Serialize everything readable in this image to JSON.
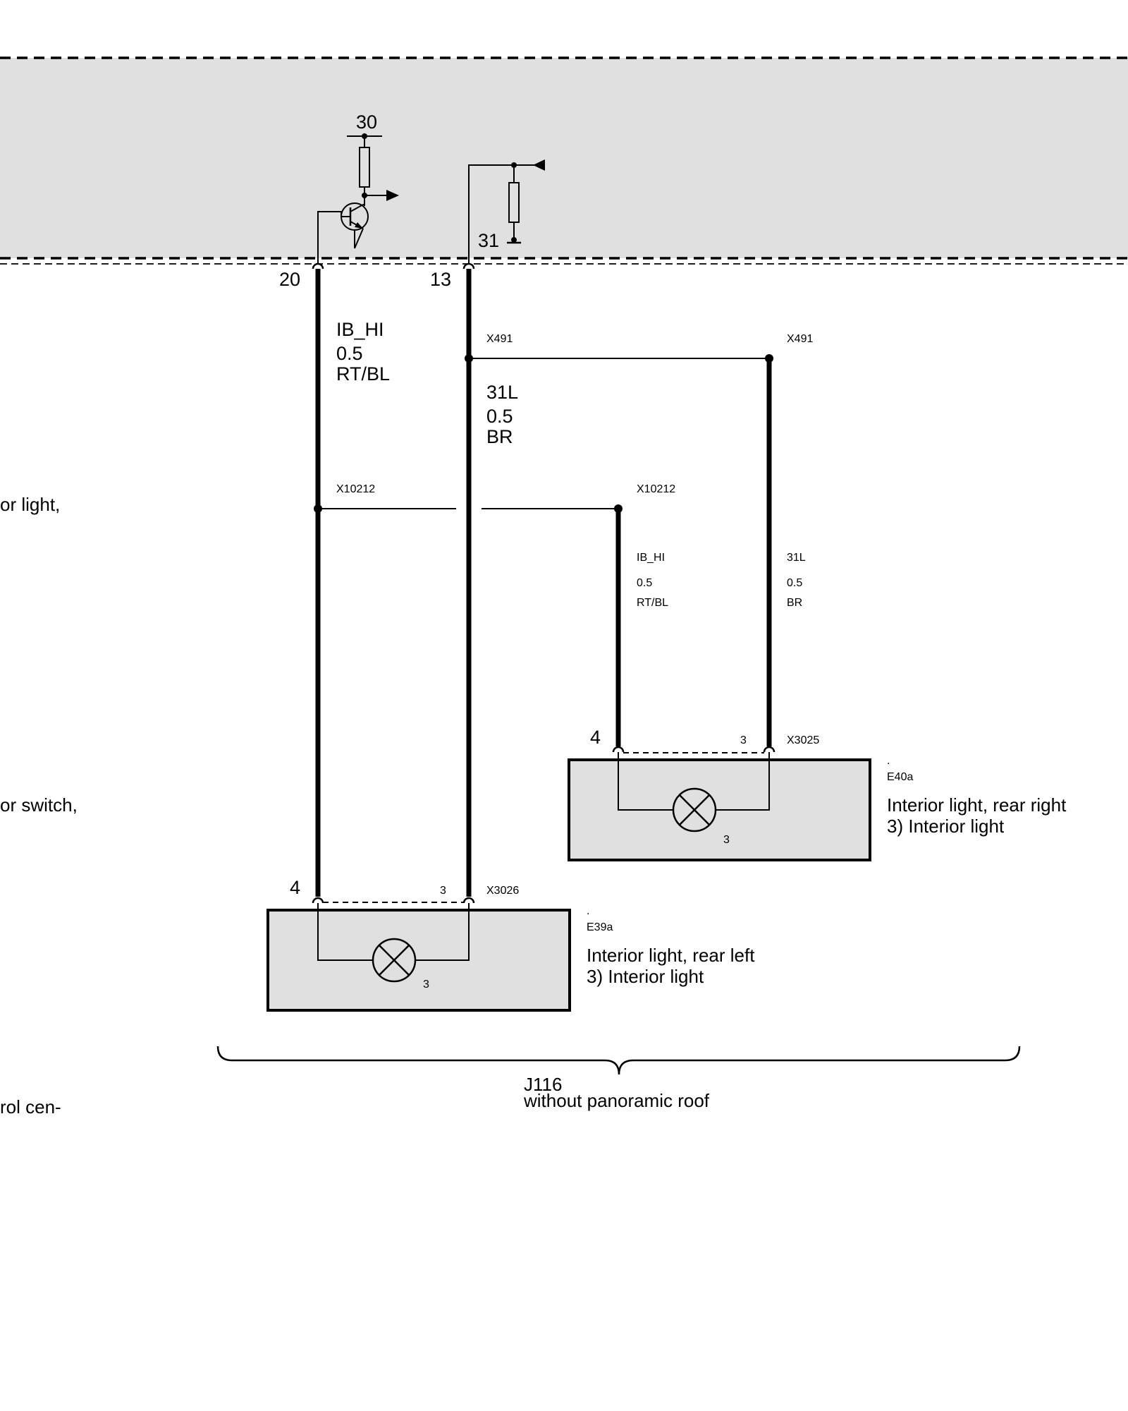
{
  "control_unit": {
    "supply_label": "30",
    "ground_label": "31",
    "pins": {
      "ib_hi": "20",
      "ground": "13"
    }
  },
  "left_cut_text": {
    "line1": "or light,",
    "line2": "or switch,",
    "line3": "rol cen-"
  },
  "wires": {
    "main_ib_hi": {
      "signal": "IB_HI",
      "size": "0.5",
      "color": "RT/BL"
    },
    "main_31l": {
      "signal": "31L",
      "size": "0.5",
      "color": "BR"
    },
    "branch_ib_hi": {
      "signal": "IB_HI",
      "size": "0.5",
      "color": "RT/BL"
    },
    "branch_31l": {
      "signal": "31L",
      "size": "0.5",
      "color": "BR"
    }
  },
  "splices": {
    "x491_left": "X491",
    "x491_right": "X491",
    "x10212_left": "X10212",
    "x10212_right": "X10212"
  },
  "components": {
    "e40a": {
      "connector": "X3025",
      "pin_left": "4",
      "pin_right": "3",
      "lamp_pin": "3",
      "dot": ".",
      "id": "E40a",
      "name": "Interior light, rear right",
      "note": "3) Interior light"
    },
    "e39a": {
      "connector": "X3026",
      "pin_left": "4",
      "pin_right": "3",
      "lamp_pin": "3",
      "dot": ".",
      "id": "E39a",
      "name": "Interior light, rear left",
      "note": "3) Interior light"
    }
  },
  "variant": {
    "code": "J116",
    "description": "without panoramic roof"
  },
  "colors": {
    "module_fill": "#e0e0e0",
    "wire": "#000000",
    "background": "#ffffff"
  }
}
